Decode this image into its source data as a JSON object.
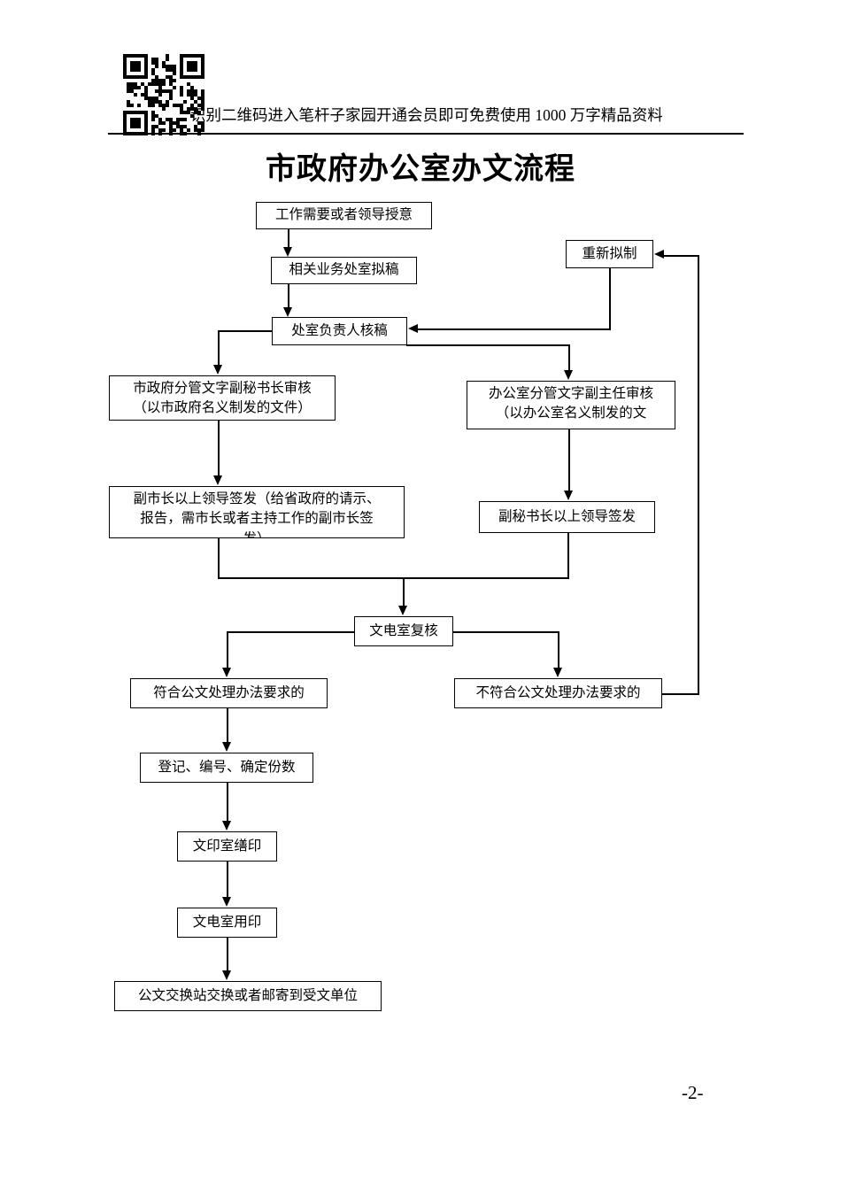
{
  "header": {
    "qr_alt": "qr-code",
    "promo_text": "识别二维码进入笔杆子家园开通会员即可免费使用 1000 万字精品资料"
  },
  "document": {
    "title": "市政府办公室办文流程",
    "page_number": "-2-"
  },
  "flowchart": {
    "type": "flowchart",
    "nodes": [
      {
        "id": "n1",
        "label": "工作需要或者领导授意"
      },
      {
        "id": "n2",
        "label": "相关业务处室拟稿"
      },
      {
        "id": "n3",
        "label": "处室负责人核稿"
      },
      {
        "id": "n4",
        "label": "重新拟制"
      },
      {
        "id": "n5",
        "line1": "市政府分管文字副秘书长审核",
        "line2": "（以市政府名义制发的文件）"
      },
      {
        "id": "n6",
        "line1": "办公室分管文字副主任审核",
        "line2": "（以办公室名义制发的文"
      },
      {
        "id": "n7",
        "line1": "副市长以上领导签发（给省政府的请示、",
        "line2": "报告，需市长或者主持工作的副市长签",
        "line3": "发）"
      },
      {
        "id": "n8",
        "label": "副秘书长以上领导签发"
      },
      {
        "id": "n9",
        "label": "文电室复核"
      },
      {
        "id": "n10",
        "label": "符合公文处理办法要求的"
      },
      {
        "id": "n11",
        "label": "不符合公文处理办法要求的"
      },
      {
        "id": "n12",
        "label": "登记、编号、确定份数"
      },
      {
        "id": "n13",
        "label": "文印室缮印"
      },
      {
        "id": "n14",
        "label": "文电室用印"
      },
      {
        "id": "n15",
        "label": "公文交换站交换或者邮寄到受文单位"
      }
    ],
    "edges": [
      {
        "from": "n1",
        "to": "n2"
      },
      {
        "from": "n2",
        "to": "n3"
      },
      {
        "from": "n3",
        "to": "n5"
      },
      {
        "from": "n3",
        "to": "n6"
      },
      {
        "from": "n4",
        "to": "n3"
      },
      {
        "from": "n5",
        "to": "n7"
      },
      {
        "from": "n6",
        "to": "n8"
      },
      {
        "from": "n7",
        "to": "n9"
      },
      {
        "from": "n8",
        "to": "n9"
      },
      {
        "from": "n9",
        "to": "n10"
      },
      {
        "from": "n9",
        "to": "n11"
      },
      {
        "from": "n11",
        "to": "n4"
      },
      {
        "from": "n10",
        "to": "n12"
      },
      {
        "from": "n12",
        "to": "n13"
      },
      {
        "from": "n13",
        "to": "n14"
      },
      {
        "from": "n14",
        "to": "n15"
      }
    ]
  }
}
